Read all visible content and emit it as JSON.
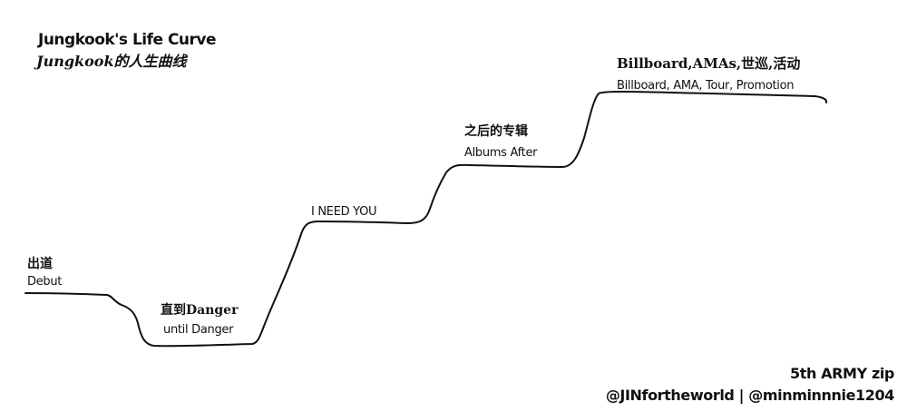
{
  "title": {
    "en": "Jungkook's Life Curve",
    "zh": "Jungkook的人生曲线"
  },
  "stages": [
    {
      "zh": "出道",
      "en": "Debut"
    },
    {
      "zh": "直到Danger",
      "en": "until Danger"
    },
    {
      "zh": "",
      "en": "I NEED YOU"
    },
    {
      "zh": "之后的专辑",
      "en": "Albums After"
    },
    {
      "zh": "Billboard,AMAs,世巡,活动",
      "en": "Billboard, AMA, Tour, Promotion"
    }
  ],
  "credits": {
    "line1": "5th ARMY zip",
    "line2": "@JINfortheworld | @minminnnie1204"
  },
  "colors": {
    "ink": "#111111",
    "background": "#ffffff"
  }
}
